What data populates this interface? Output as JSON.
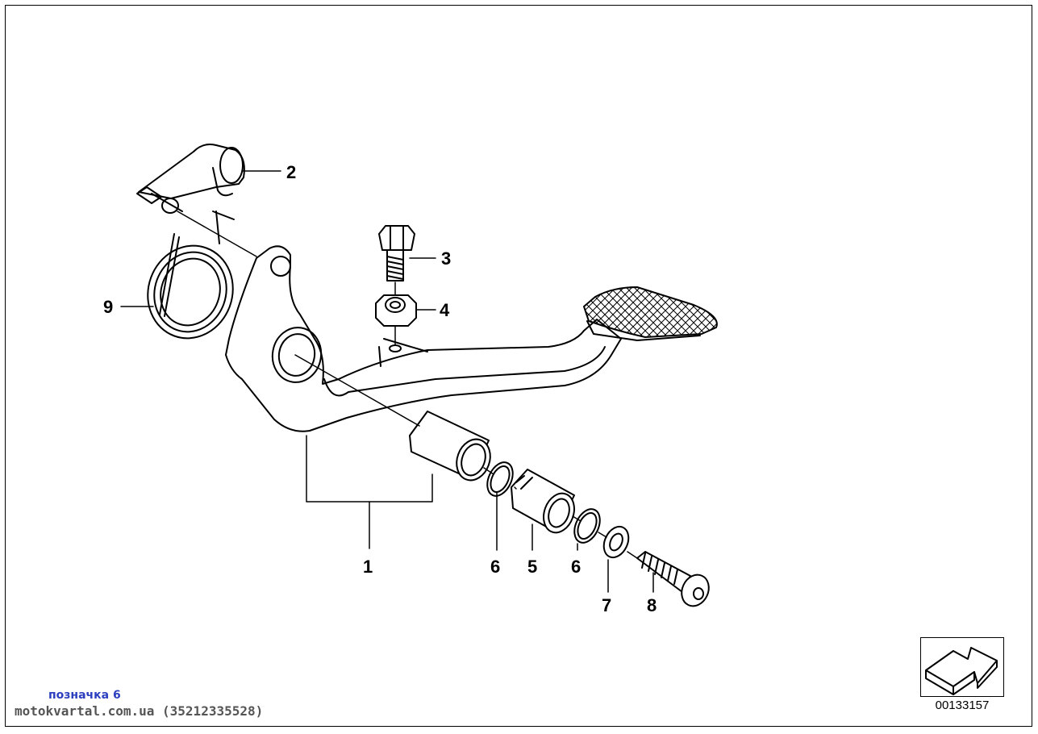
{
  "callouts": {
    "c1": "1",
    "c2": "2",
    "c3": "3",
    "c4": "4",
    "c5": "5",
    "c6a": "6",
    "c6b": "6",
    "c7": "7",
    "c8": "8",
    "c9": "9"
  },
  "watermark": {
    "label": "позначка 6",
    "site": "motokvartal.com.ua (35212335528)"
  },
  "reference": {
    "number": "00133157",
    "icon": "arrow-navigation-icon"
  }
}
